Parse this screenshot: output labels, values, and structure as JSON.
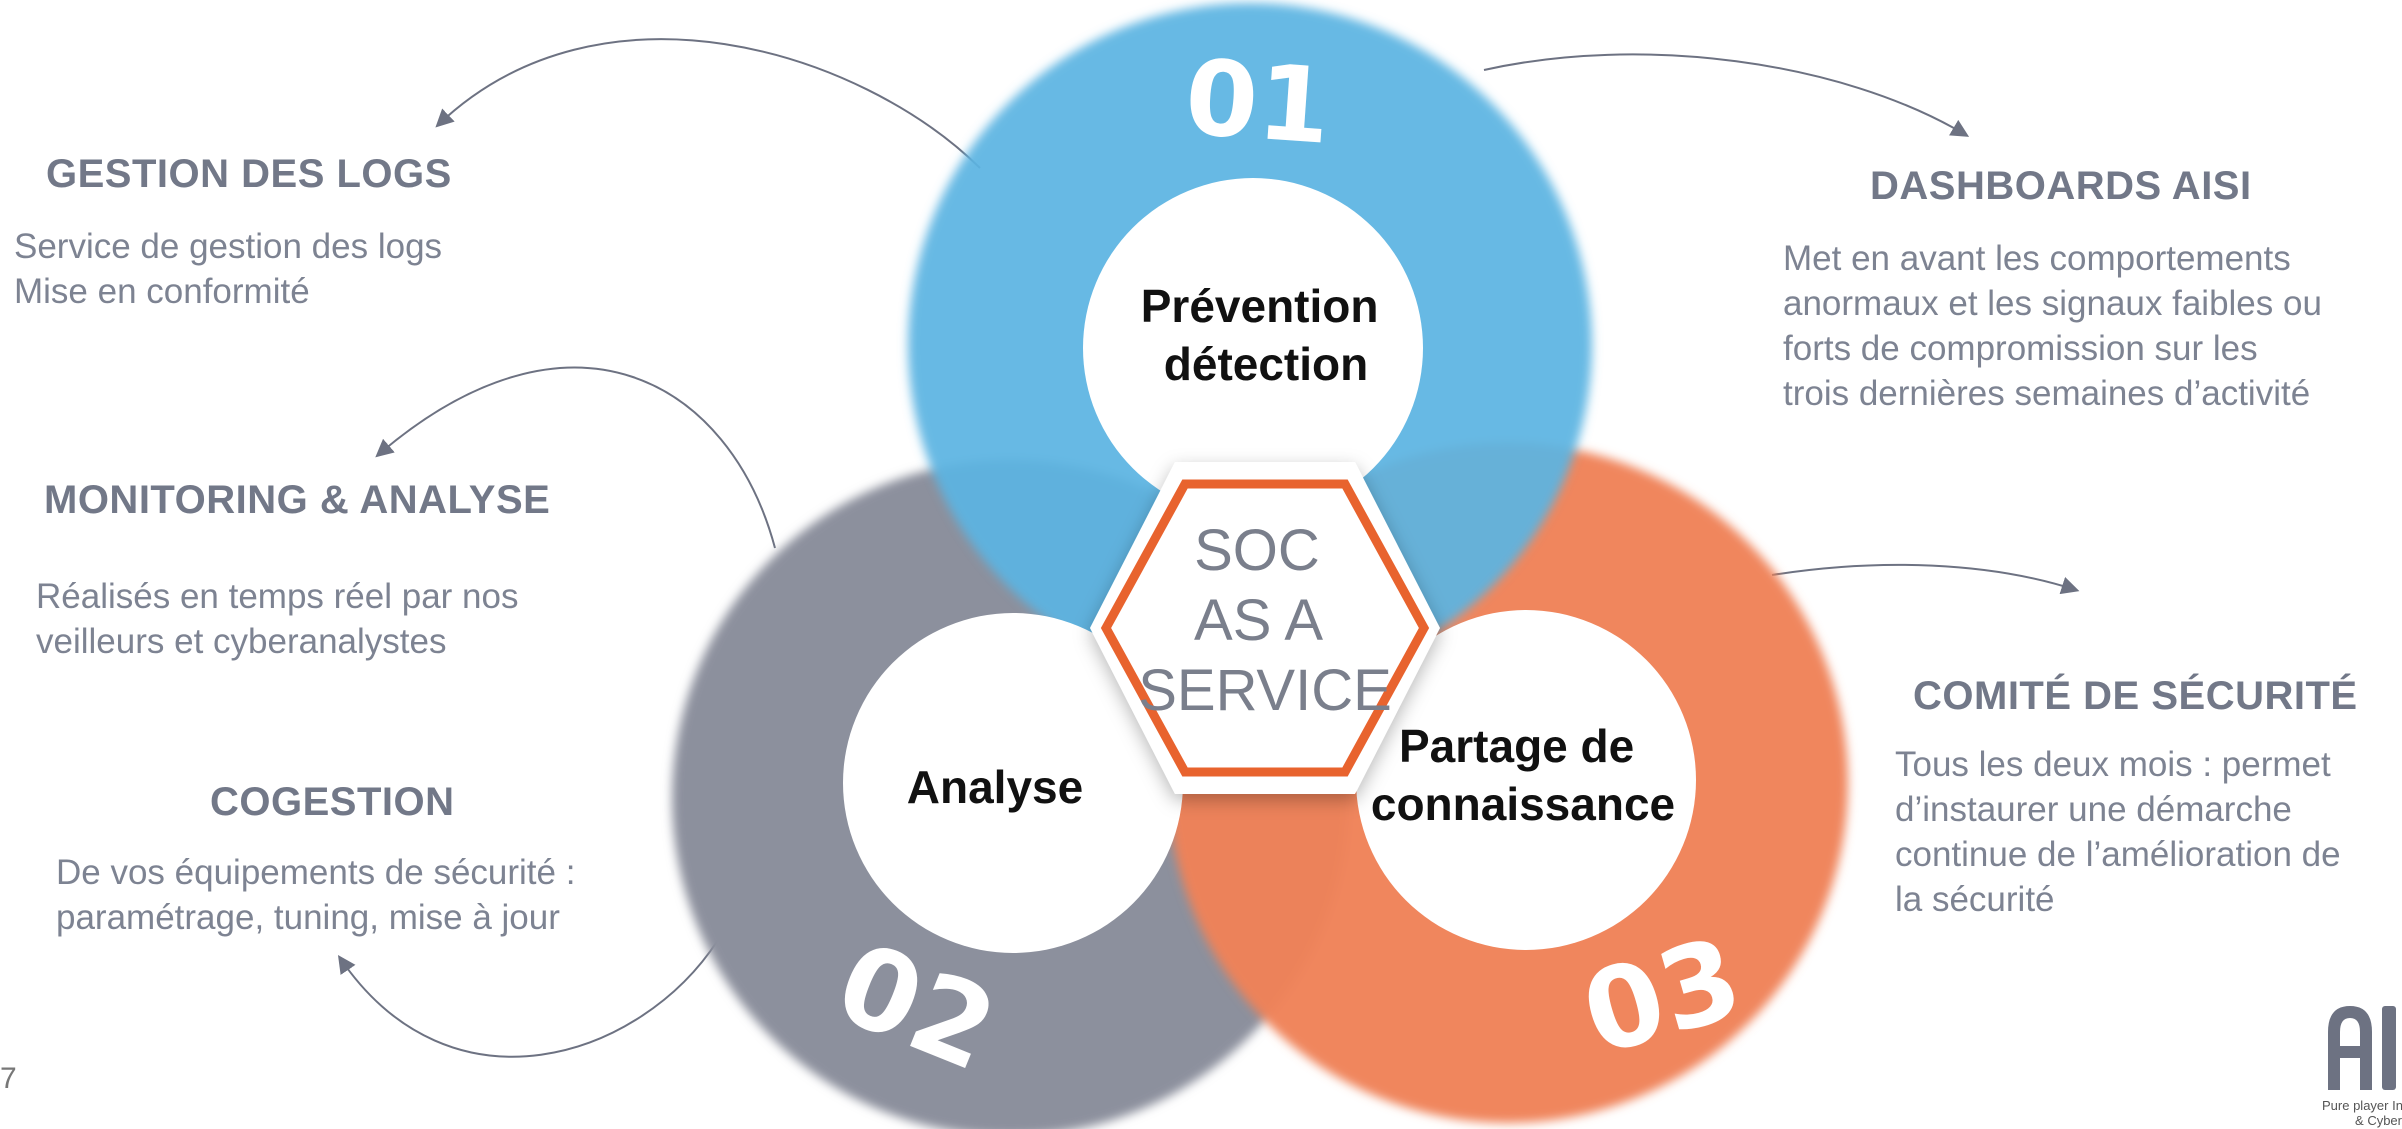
{
  "center": {
    "title_lines": [
      "SOC",
      "AS A",
      "SERVICE"
    ],
    "accent_color": "#e8632e"
  },
  "rings": [
    {
      "number": "01",
      "label_lines": [
        "Prévention",
        "détection"
      ],
      "color": "#5bb4e2"
    },
    {
      "number": "02",
      "label_lines": [
        "Analyse"
      ],
      "color": "#8c909d"
    },
    {
      "number": "03",
      "label_lines": [
        "Partage de",
        "connaissance"
      ],
      "color": "#ef8258"
    }
  ],
  "sections": {
    "gestion_logs": {
      "title": "GESTION DES LOGS",
      "lines": [
        "Service de gestion des logs",
        "Mise en conformité"
      ]
    },
    "monitoring": {
      "title": "MONITORING & ANALYSE",
      "lines": [
        "Réalisés en temps réel par nos",
        "veilleurs et cyberanalystes"
      ]
    },
    "cogestion": {
      "title": "COGESTION",
      "lines": [
        "De vos équipements de sécurité :",
        "paramétrage, tuning, mise à jour"
      ]
    },
    "dashboards": {
      "title": "DASHBOARDS AISI",
      "lines": [
        "Met en avant les comportements",
        "anormaux et les signaux faibles ou",
        "forts de compromission sur les",
        "trois dernières semaines d’activité"
      ]
    },
    "comite": {
      "title": "COMITÉ DE SÉCURITÉ",
      "lines": [
        "Tous les deux mois : permet",
        "d’instaurer une démarche",
        "continue de l’amélioration de",
        "la sécurité"
      ]
    }
  },
  "footer": {
    "page_number": "7",
    "logo_caption_lines": [
      "Pure player In",
      "& Cyber"
    ]
  },
  "text_color": "#727888",
  "arrow_color": "#6d7282"
}
